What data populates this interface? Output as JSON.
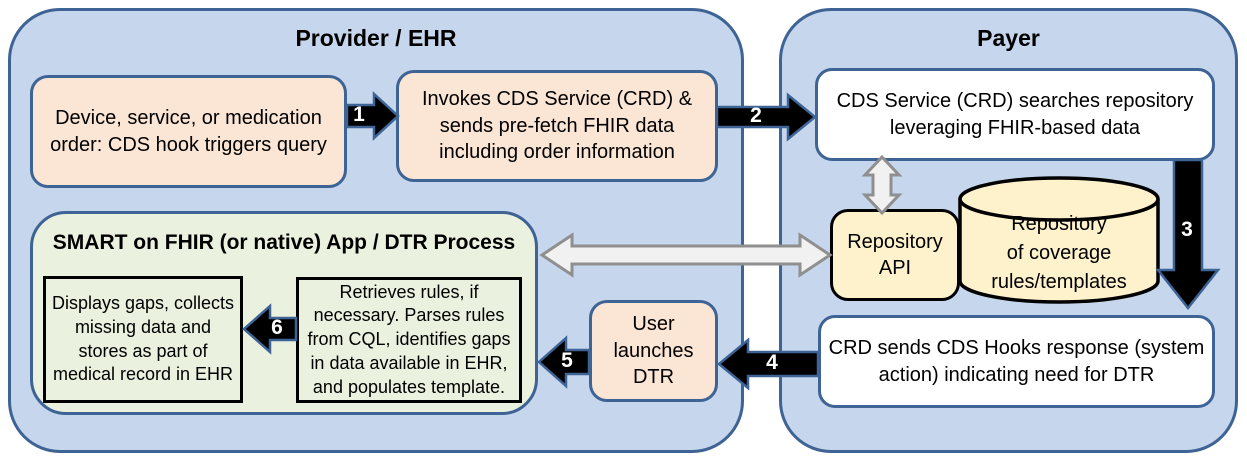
{
  "colors": {
    "container_border": "#3e6395",
    "container_fill": "#c6d6ec",
    "peach_box_fill": "#fbe5d5",
    "green_fill": "#ebf1df",
    "yellow_fill": "#fdf2cb",
    "black_arrow": "#000000",
    "gray_arrow_fill": "#f1f1f1"
  },
  "provider": {
    "title": "Provider / EHR",
    "order_box": {
      "lines": [
        "Device, service, or medication",
        "order: CDS hook triggers query"
      ]
    },
    "invoke_box": {
      "lines": [
        "Invokes CDS Service (CRD) &",
        "sends pre-fetch FHIR data",
        "including order information"
      ]
    },
    "user_launch_box": {
      "lines": [
        "User",
        "launches",
        "DTR"
      ]
    },
    "smart_app": {
      "title": "SMART on FHIR (or native) App / DTR Process",
      "displays_box": {
        "lines": [
          "Displays gaps, collects",
          "missing data and",
          "stores as part of",
          "medical record in EHR"
        ]
      },
      "retrieves_box": {
        "lines": [
          "Retrieves rules, if",
          "necessary. Parses rules",
          "from CQL, identifies gaps",
          "in data available in EHR,",
          "and populates template."
        ]
      }
    }
  },
  "payer": {
    "title": "Payer",
    "search_box": {
      "lines": [
        "CDS Service (CRD) searches repository",
        "leveraging FHIR-based data"
      ]
    },
    "repository_api_box": {
      "lines": [
        "Repository",
        "API"
      ]
    },
    "repository_db": {
      "lines": [
        "Repository",
        "of coverage",
        "rules/templates"
      ]
    },
    "crd_response_box": {
      "lines": [
        "CRD sends CDS Hooks response (system",
        "action) indicating need for DTR"
      ]
    }
  },
  "arrows": {
    "step1": "1",
    "step2": "2",
    "step3": "3",
    "step4": "4",
    "step5": "5",
    "step6": "6"
  }
}
